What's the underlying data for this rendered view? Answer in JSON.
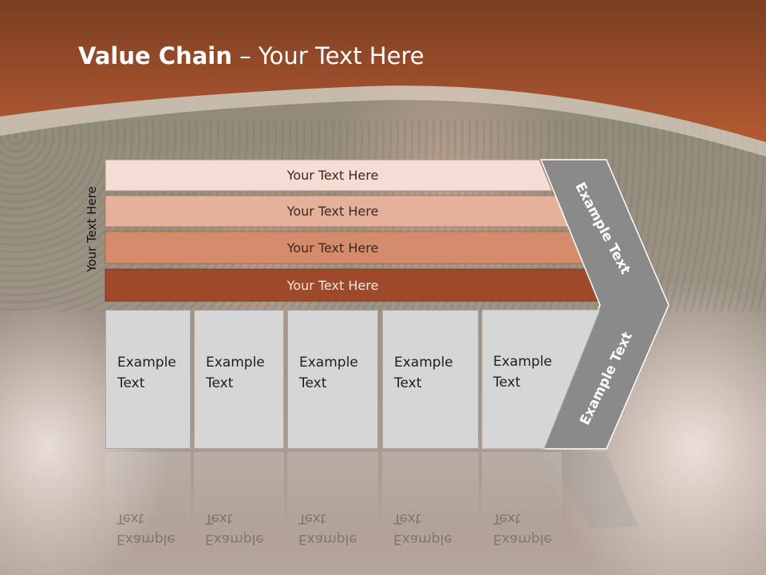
{
  "slide": {
    "title_bold": "Value Chain",
    "title_rest": " – Your Text Here",
    "vertical_label": "Your Text Here"
  },
  "bars": [
    {
      "label": "Your Text Here",
      "color": "#f3ddd5"
    },
    {
      "label": "Your Text Here",
      "color": "#e6b19b"
    },
    {
      "label": "Your Text Here",
      "color": "#d58c6c"
    },
    {
      "label": "Your Text Here",
      "color": "#9e4a2a"
    }
  ],
  "boxes": [
    {
      "line1": "Example",
      "line2": "Text"
    },
    {
      "line1": "Example",
      "line2": "Text"
    },
    {
      "line1": "Example",
      "line2": "Text"
    },
    {
      "line1": "Example",
      "line2": "Text"
    },
    {
      "line1": "Example",
      "line2": "Text"
    }
  ],
  "chevron": {
    "top_label": "Example Text",
    "bottom_label": "Example Text",
    "color": "#8a8a8a"
  },
  "colors": {
    "header_dark": "#7a3e22",
    "header_light": "#b45a32"
  }
}
